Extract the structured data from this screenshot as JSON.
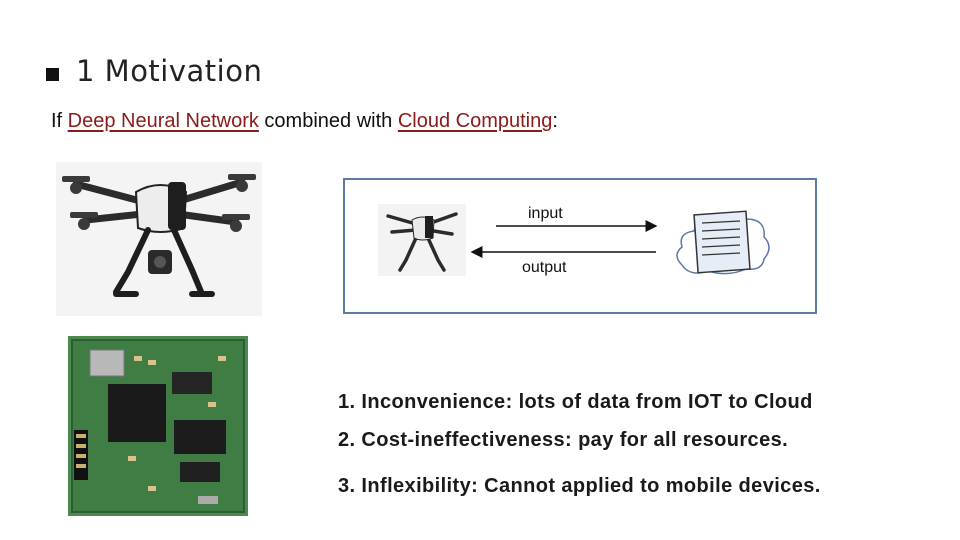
{
  "slide": {
    "title": "1 Motivation",
    "subtitle_prefix": "If ",
    "subtitle_term1": "Deep Neural Network",
    "subtitle_middle": " combined with ",
    "subtitle_term2": "Cloud Computing",
    "subtitle_suffix": ":"
  },
  "diagram": {
    "input_label": "input",
    "output_label": "output"
  },
  "points": [
    "1.  Inconvenience: lots of data from IOT to Cloud",
    "2. Cost-ineffectiveness: pay for all resources.",
    "3. Inflexibility: Cannot applied to mobile devices."
  ],
  "colors": {
    "term_color": "#8b1a1a",
    "box_border": "#5b7aa6"
  }
}
